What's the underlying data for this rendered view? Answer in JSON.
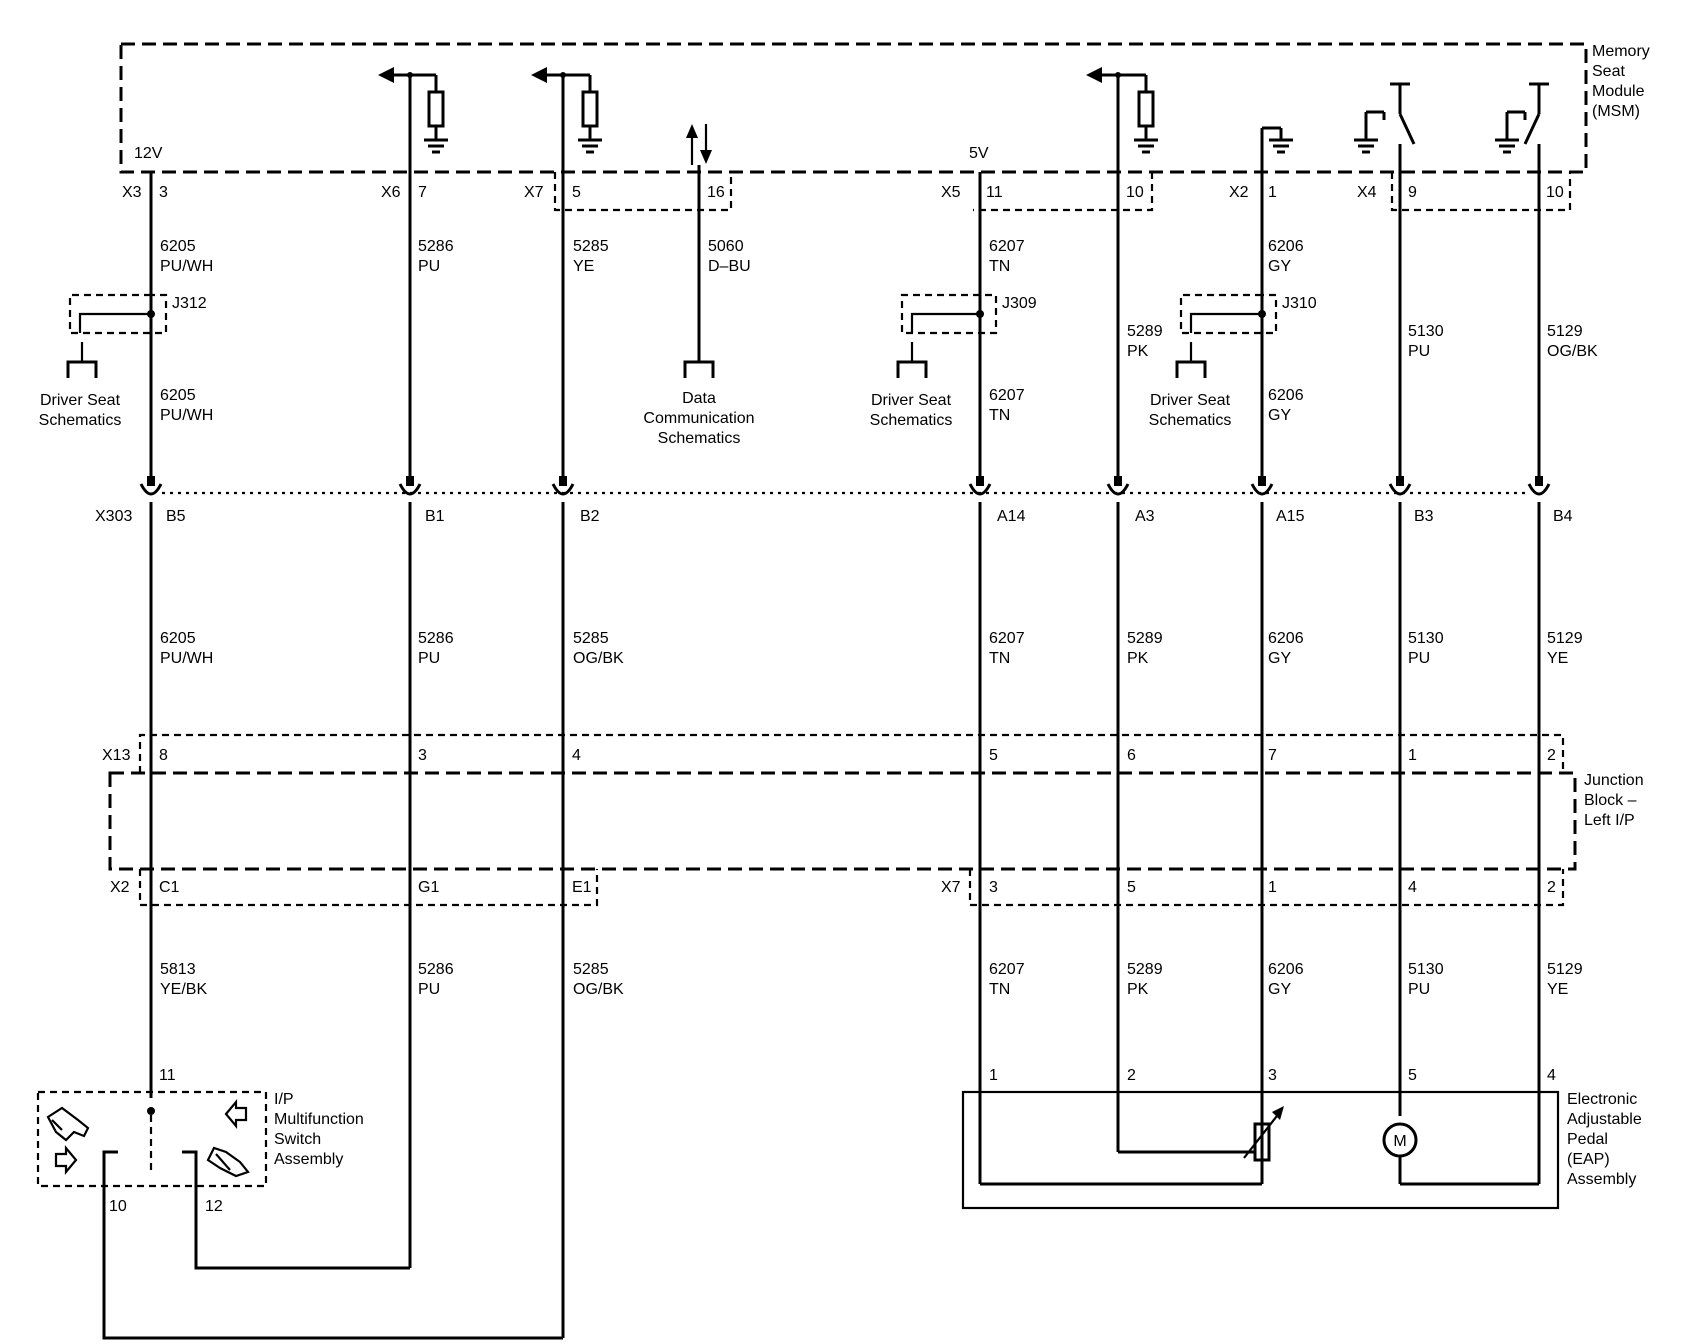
{
  "modules": {
    "msm": [
      "Memory",
      "Seat",
      "Module",
      "(MSM)"
    ],
    "junction_block": [
      "Junction",
      "Block –",
      "Left I/P"
    ],
    "eap": [
      "Electronic",
      "Adjustable",
      "Pedal",
      "(EAP)",
      "Assembly"
    ],
    "ip_switch": [
      "I/P",
      "Multifunction",
      "Switch",
      "Assembly"
    ]
  },
  "msm_labels": {
    "v12": "12V",
    "v5": "5V"
  },
  "msm_pins": [
    {
      "conn": "X3",
      "pin": "3"
    },
    {
      "conn": "X6",
      "pin": "7"
    },
    {
      "conn": "X7",
      "pin": "5"
    },
    {
      "conn": "",
      "pin": "16"
    },
    {
      "conn": "X5",
      "pin": "11"
    },
    {
      "conn": "",
      "pin": "10"
    },
    {
      "conn": "X2",
      "pin": "1"
    },
    {
      "conn": "X4",
      "pin": "9"
    },
    {
      "conn": "",
      "pin": "10"
    }
  ],
  "upper_wires": [
    {
      "circuit": "6205",
      "color": "PU/WH"
    },
    {
      "circuit": "5286",
      "color": "PU"
    },
    {
      "circuit": "5285",
      "color": "YE"
    },
    {
      "circuit": "5060",
      "color": "D–BU"
    },
    {
      "circuit": "6207",
      "color": "TN"
    },
    {
      "circuit": "6206",
      "color": "GY"
    },
    {
      "circuit": "5289",
      "color": "PK"
    },
    {
      "circuit": "5130",
      "color": "PU"
    },
    {
      "circuit": "5129",
      "color": "OG/BK"
    }
  ],
  "splices": [
    {
      "id": "J312",
      "after": {
        "circuit": "6205",
        "color": "PU/WH"
      },
      "ref": [
        "Driver Seat",
        "Schematics"
      ]
    },
    {
      "id": "J309",
      "after": {
        "circuit": "6207",
        "color": "TN"
      },
      "ref": [
        "Driver Seat",
        "Schematics"
      ]
    },
    {
      "id": "J310",
      "after": {
        "circuit": "6206",
        "color": "GY"
      },
      "ref": [
        "Driver Seat",
        "Schematics"
      ]
    }
  ],
  "data_comm_ref": [
    "Data",
    "Communication",
    "Schematics"
  ],
  "inline_connector": {
    "name": "X303",
    "pins": [
      "B5",
      "B1",
      "B2",
      "A14",
      "A3",
      "A15",
      "B3",
      "B4"
    ]
  },
  "middle_wires": [
    {
      "circuit": "6205",
      "color": "PU/WH"
    },
    {
      "circuit": "5286",
      "color": "PU"
    },
    {
      "circuit": "5285",
      "color": "OG/BK"
    },
    {
      "circuit": "6207",
      "color": "TN"
    },
    {
      "circuit": "5289",
      "color": "PK"
    },
    {
      "circuit": "6206",
      "color": "GY"
    },
    {
      "circuit": "5130",
      "color": "PU"
    },
    {
      "circuit": "5129",
      "color": "YE"
    }
  ],
  "jb_top": {
    "conn": "X13",
    "pins": [
      "8",
      "3",
      "4",
      "5",
      "6",
      "7",
      "1",
      "2"
    ]
  },
  "jb_bottom": {
    "left_conn": "X2",
    "left_pins": [
      "C1",
      "G1",
      "E1"
    ],
    "right_conn": "X7",
    "right_pins": [
      "3",
      "5",
      "1",
      "4",
      "2"
    ]
  },
  "lower_wires": [
    {
      "circuit": "5813",
      "color": "YE/BK"
    },
    {
      "circuit": "5286",
      "color": "PU"
    },
    {
      "circuit": "5285",
      "color": "OG/BK"
    },
    {
      "circuit": "6207",
      "color": "TN"
    },
    {
      "circuit": "5289",
      "color": "PK"
    },
    {
      "circuit": "6206",
      "color": "GY"
    },
    {
      "circuit": "5130",
      "color": "PU"
    },
    {
      "circuit": "5129",
      "color": "YE"
    }
  ],
  "ip_switch_pins": {
    "top": "11",
    "left": "10",
    "right": "12"
  },
  "eap_pins": [
    "1",
    "2",
    "3",
    "5",
    "4"
  ],
  "motor_label": "M"
}
